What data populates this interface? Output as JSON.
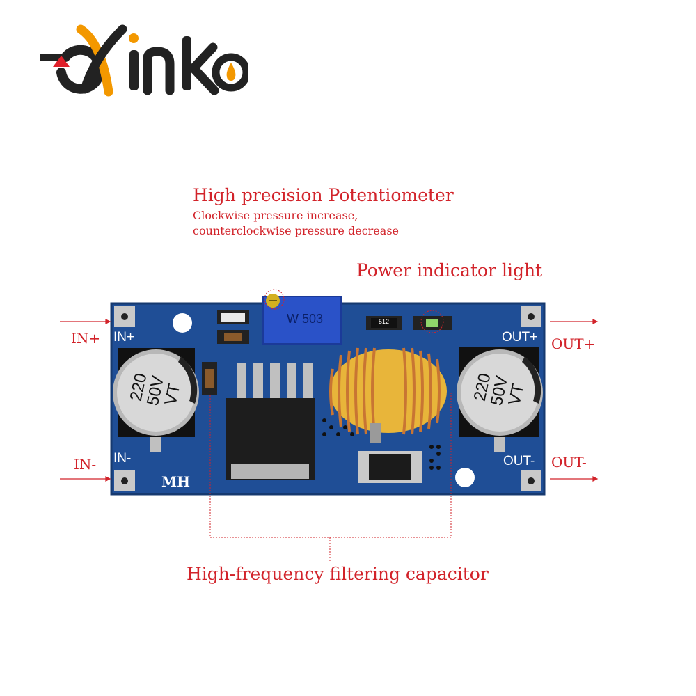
{
  "brand": {
    "logo_text": "eXinKo"
  },
  "annotations": {
    "potentiometer_title": "High precision Potentiometer",
    "potentiometer_line1": "Clockwise pressure increase,",
    "potentiometer_line2": "counterclockwise pressure decrease",
    "power_light": "Power indicator light",
    "filter_cap": "High-frequency filtering capacitor"
  },
  "pins": {
    "in_plus_outer": "IN+",
    "in_minus_outer": "IN-",
    "out_plus_outer": "OUT+",
    "out_minus_outer": "OUT-"
  },
  "board": {
    "silk_in_plus": "IN+",
    "silk_in_minus": "IN-",
    "silk_out_plus": "OUT+",
    "silk_out_minus": "OUT-",
    "silk_mh": "MH",
    "pot_marking": "W 503",
    "resistor_code": "512",
    "cap_left_line1": "220",
    "cap_left_line2": "50V",
    "cap_left_line3": "VT",
    "cap_right_line1": "220",
    "cap_right_line2": "50V",
    "cap_right_line3": "VT"
  },
  "colors": {
    "annotation_red": "#d2232a",
    "pcb_blue": "#1f4e96",
    "copper": "#c87533",
    "core_yellow": "#e8b53a",
    "logo_orange": "#f39800",
    "logo_dark": "#222222"
  }
}
